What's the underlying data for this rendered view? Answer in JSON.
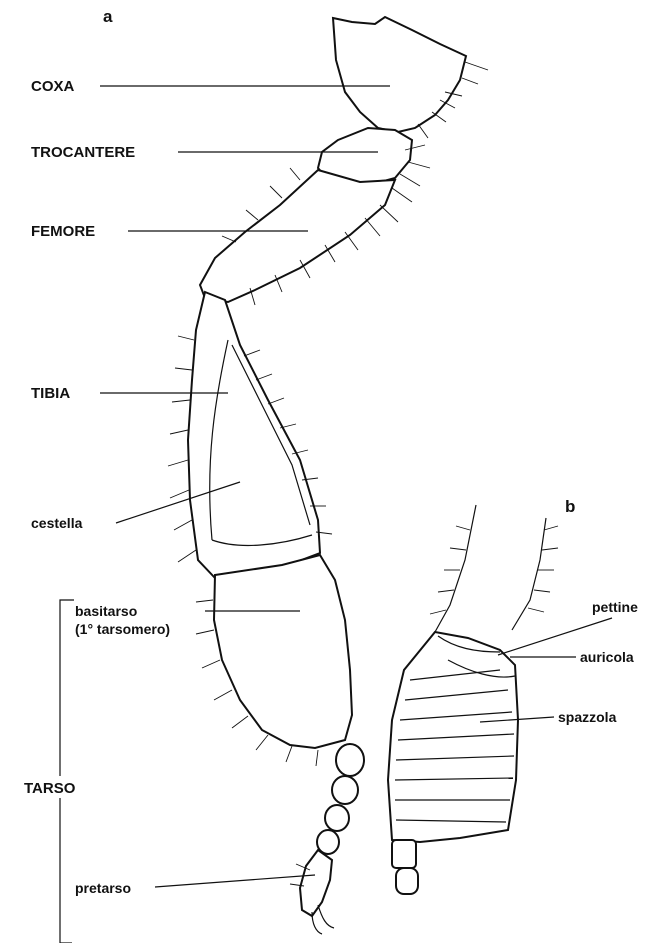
{
  "panels": {
    "a": "a",
    "b": "b"
  },
  "labels": {
    "coxa": "COXA",
    "trocantere": "TROCANTERE",
    "femore": "FEMORE",
    "tibia": "TIBIA",
    "cestella": "cestella",
    "basitarso_line1": "basitarso",
    "basitarso_line2": "(1° tarsomero)",
    "tarso": "TARSO",
    "pretarso": "pretarso",
    "pettine": "pettine",
    "auricola": "auricola",
    "spazzola": "spazzola"
  }
}
